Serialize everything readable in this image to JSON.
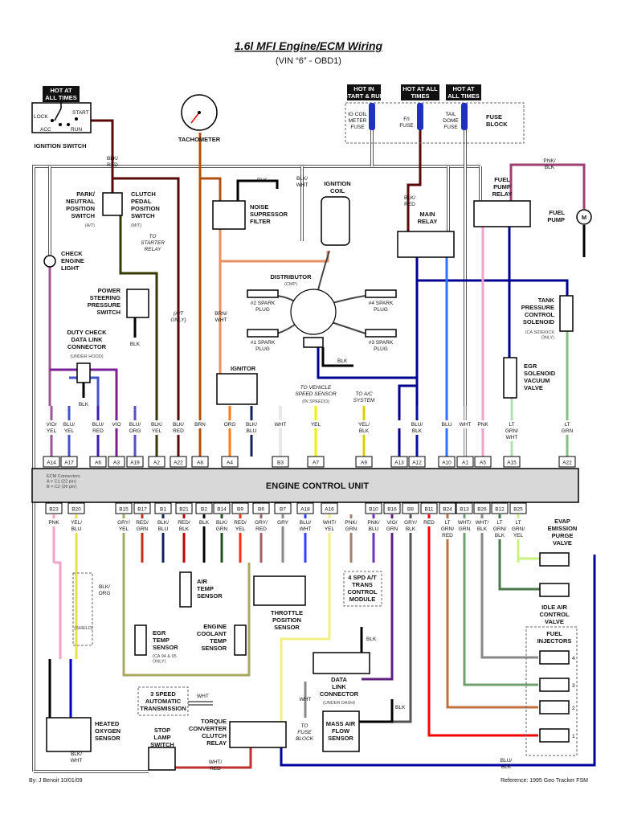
{
  "title": "1.6l MFI Engine/ECM Wiring",
  "subtitle": "(VIN “6” - OBD1)",
  "power_tags": {
    "ignition": [
      "HOT AT",
      "ALL TIMES"
    ],
    "start_run": [
      "HOT IN",
      "START & RUN"
    ],
    "fi": [
      "HOT AT ALL",
      "TIMES"
    ],
    "tail": [
      "HOT AT",
      "ALL TIMES"
    ]
  },
  "labels": {
    "ignition_switch": [
      "IGNITION SWITCH"
    ],
    "lock": [
      "LOCK"
    ],
    "start": [
      "START"
    ],
    "acc": [
      "ACC"
    ],
    "run": [
      "RUN"
    ],
    "tachometer": [
      "TACHOMETER"
    ],
    "ig_coil_fuse": [
      "IG COIL",
      "METER",
      "FUSE"
    ],
    "fi_fuse": [
      "F/I",
      "FUSE"
    ],
    "tail_fuse": [
      "TAIL",
      "DOME",
      "FUSE"
    ],
    "fuse_block": [
      "FUSE",
      "BLOCK"
    ],
    "blk_red_1": [
      "BLK/",
      "RED"
    ],
    "blk_red_2": [
      "BLK/",
      "RED"
    ],
    "blk": [
      "BLK"
    ],
    "blk_wht": [
      "BLK/",
      "WHT"
    ],
    "pnk_blk": [
      "PNK/",
      "BLK"
    ],
    "park_neutral": [
      "PARK/",
      "NEUTRAL",
      "POSITION",
      "SWITCH"
    ],
    "park_neutral_note": [
      "(A/T)"
    ],
    "clutch": [
      "CLUTCH",
      "PEDAL",
      "POSITION",
      "SWITCH"
    ],
    "clutch_note": [
      "(M/T)"
    ],
    "noise_filter": [
      "NOISE",
      "SUPRESSOR",
      "FILTER"
    ],
    "ignition_coil": [
      "IGNITION",
      "COIL"
    ],
    "main_relay": [
      "MAIN",
      "RELAY"
    ],
    "fuel_pump_relay": [
      "FUEL",
      "PUMP",
      "RELAY"
    ],
    "fuel_pump": [
      "FUEL",
      "PUMP"
    ],
    "to_starter": [
      "TO",
      "STARTER",
      "RELAY"
    ],
    "check_engine": [
      "CHECK",
      "ENGINE",
      "LIGHT"
    ],
    "power_steering": [
      "POWER",
      "STEERING",
      "PRESSURE",
      "SWITCH"
    ],
    "at_only": [
      "(A/T",
      "ONLY)"
    ],
    "brn_wht": [
      "BRN/",
      "WHT"
    ],
    "distributor": [
      "DISTRIBUTOR"
    ],
    "distributor_note": [
      "(CMP)"
    ],
    "plug2": [
      "#2 SPARK",
      "PLUG"
    ],
    "plug4": [
      "#4 SPARK",
      "PLUG"
    ],
    "plug1": [
      "#1 SPARK",
      "PLUG"
    ],
    "plug3": [
      "#3 SPARK",
      "PLUG"
    ],
    "duty_check": [
      "DUTY CHECK",
      "DATA LINK",
      "CONNECTOR"
    ],
    "duty_check_note": [
      "(UNDER HOOD)"
    ],
    "blk_ps": [
      "BLK"
    ],
    "blk_dc": [
      "BLK"
    ],
    "blk_dist": [
      "BLK"
    ],
    "ignitor": [
      "IGNITOR"
    ],
    "tank_pressure": [
      "TANK",
      "PRESSURE",
      "CONTROL",
      "SOLENOID"
    ],
    "tank_note": [
      "(CA SIDEKICK",
      "ONLY)"
    ],
    "egr_solenoid": [
      "EGR",
      "SOLENOID",
      "VACUUM",
      "VALVE"
    ],
    "to_vss": [
      "TO VEHICLE",
      "SPEED SENSOR"
    ],
    "to_vss_note": [
      "(IN SPEEDO)"
    ],
    "to_ac": [
      "TO A/C",
      "SYSTEM"
    ],
    "evap": [
      "EVAP",
      "EMISSION",
      "PURGE",
      "VALVE"
    ],
    "idle_air": [
      "IDLE AIR",
      "CONTROL",
      "VALVE"
    ],
    "fuel_injectors": [
      "FUEL",
      "INJECTORS"
    ],
    "blk_org": [
      "BLK/",
      "ORG"
    ],
    "shield": [
      "(SHIELD)"
    ],
    "air_temp": [
      "AIR",
      "TEMP",
      "SENSOR"
    ],
    "egr_temp": [
      "EGR",
      "TEMP",
      "SENSOR"
    ],
    "egr_temp_note": [
      "(CA 94 & 95",
      "ONLY)"
    ],
    "coolant_temp": [
      "ENGINE",
      "COOLANT",
      "TEMP",
      "SENSOR"
    ],
    "tps": [
      "THROTTLE",
      "POSITION",
      "SENSOR"
    ],
    "trans_module": [
      "4 SPD A/T",
      "TRANS",
      "CONTROL",
      "MODULE"
    ],
    "dlc": [
      "DATA",
      "LINK",
      "CONNECTOR"
    ],
    "dlc_note": [
      "(UNDER DASH)"
    ],
    "blk_dlc": [
      "BLK"
    ],
    "blk_maf": [
      "BLK"
    ],
    "three_speed": [
      "3 SPEED",
      "AUTOMATIC",
      "TRANSMISSION"
    ],
    "wht_trans": [
      "WHT"
    ],
    "wht_fuse": [
      "WHT"
    ],
    "to_fuse_block": [
      "TO",
      "FUSE",
      "BLOCK"
    ],
    "o2_sensor": [
      "HEATED",
      "OXYGEN",
      "SENSOR"
    ],
    "stop_lamp": [
      "STOP",
      "LAMP",
      "SWITCH"
    ],
    "tcc_relay": [
      "TORQUE",
      "CONVERTER",
      "CLUTCH",
      "RELAY"
    ],
    "maf": [
      "MASS AIR",
      "FLOW",
      "SENSOR"
    ],
    "blk_wht_bottom": [
      "BLK/",
      "WHT"
    ],
    "wht_red": [
      "WHT/",
      "RED"
    ],
    "blu_blk_bottom": [
      "BLU/",
      "BLK"
    ]
  },
  "injector_numbers": [
    "4",
    "3",
    "2",
    "1"
  ],
  "ecu": {
    "title": "ENGINE CONTROL UNIT",
    "legend": [
      "ECM Connectors",
      "A = C1 (22 pin)",
      "B = C2 (26 pin)"
    ],
    "top_pins": [
      {
        "pin": "A14",
        "wire": [
          "VIO/",
          "YEL"
        ],
        "color": "#a0529a"
      },
      {
        "pin": "A17",
        "wire": [
          "BLU/",
          "YEL"
        ],
        "color": "#4455cc"
      },
      {
        "pin": "A6",
        "wire": [
          "BLU/",
          "RED"
        ],
        "color": "#3a1fb0"
      },
      {
        "pin": "A3",
        "wire": [
          "VIO"
        ],
        "color": "#7a1f9a"
      },
      {
        "pin": "A19",
        "wire": [
          "BLU/",
          "ORG"
        ],
        "color": "#5a4fc0"
      },
      {
        "pin": "A2",
        "wire": [
          "BLK/",
          "YEL"
        ],
        "color": "#3a3a00"
      },
      {
        "pin": "A22",
        "wire": [
          "BLK/",
          "RED"
        ],
        "color": "#5a0808"
      },
      {
        "pin": "A8",
        "wire": [
          "BRN"
        ],
        "color": "#b05010"
      },
      {
        "pin": "A4",
        "wire": [
          "ORG"
        ],
        "color": "#ff7a10"
      },
      {
        "pin": "",
        "wire": [
          "BLK/",
          "BLU"
        ],
        "color": "#102060"
      },
      {
        "pin": "B3",
        "wire": [
          "WHT"
        ],
        "color": "#cccccc"
      },
      {
        "pin": "A7",
        "wire": [
          "YEL"
        ],
        "color": "#f0f000"
      },
      {
        "pin": "A9",
        "wire": [
          "YEL/",
          "BLK"
        ],
        "color": "#d8d000"
      },
      {
        "pin": "A13",
        "wire": [
          ""
        ],
        "color": "#000090"
      },
      {
        "pin": "A12",
        "wire": [
          "BLU/",
          "BLK"
        ],
        "color": "#0010a0"
      },
      {
        "pin": "A10",
        "wire": [
          "BLU"
        ],
        "color": "#3070ff"
      },
      {
        "pin": "A1",
        "wire": [
          "WHT"
        ],
        "color": "#cccccc"
      },
      {
        "pin": "A5",
        "wire": [
          "PNK"
        ],
        "color": "#f7a0c8"
      },
      {
        "pin": "A15",
        "wire": [
          "LT",
          "GRN/",
          "WHT"
        ],
        "color": "#b0e0b0"
      },
      {
        "pin": "A22",
        "wire": [
          "LT",
          "GRN"
        ],
        "color": "#80c080"
      }
    ],
    "bottom_pins": [
      {
        "pin": "B23",
        "wire": [
          "PNK"
        ],
        "color": "#f7a0c8"
      },
      {
        "pin": "B20",
        "wire": [
          "YEL/",
          "BLU"
        ],
        "color": "#e8e040"
      },
      {
        "pin": "B15",
        "wire": [
          "GRY/",
          "YEL"
        ],
        "color": "#a8a860"
      },
      {
        "pin": "B17",
        "wire": [
          "RED/",
          "GRN"
        ],
        "color": "#c03018"
      },
      {
        "pin": "B1",
        "wire": [
          "BLK/",
          "BLU"
        ],
        "color": "#102060"
      },
      {
        "pin": "B21",
        "wire": [
          "RED/",
          "BLK"
        ],
        "color": "#c00000"
      },
      {
        "pin": "B2",
        "wire": [
          "BLK"
        ],
        "color": "#000000"
      },
      {
        "pin": "B14",
        "wire": [
          "BLK/",
          "GRN"
        ],
        "color": "#205020"
      },
      {
        "pin": "B9",
        "wire": [
          "RED/",
          "YEL"
        ],
        "color": "#ff3010"
      },
      {
        "pin": "B6",
        "wire": [
          "GRY/",
          "RED"
        ],
        "color": "#a06060"
      },
      {
        "pin": "B7",
        "wire": [
          "GRY"
        ],
        "color": "#888888"
      },
      {
        "pin": "A18",
        "wire": [
          "BLU/",
          "WHT"
        ],
        "color": "#3040ff"
      },
      {
        "pin": "A16",
        "wire": [
          "WHT/",
          "YEL"
        ],
        "color": "#f0f080"
      },
      {
        "pin": "",
        "wire": [
          "PNK/",
          "GRN"
        ],
        "color": "#a08070"
      },
      {
        "pin": "B10",
        "wire": [
          "PNK/",
          "BLU"
        ],
        "color": "#7030c0"
      },
      {
        "pin": "B16",
        "wire": [
          "VIO/",
          "GRN"
        ],
        "color": "#602080"
      },
      {
        "pin": "B8",
        "wire": [
          "GRY/",
          "BLK"
        ],
        "color": "#555555"
      },
      {
        "pin": "B11",
        "wire": [
          "RED"
        ],
        "color": "#ff0000"
      },
      {
        "pin": "B24",
        "wire": [
          "LT",
          "GRN/",
          "RED"
        ],
        "color": "#c07040"
      },
      {
        "pin": "B13",
        "wire": [
          "WHT/",
          "GRN"
        ],
        "color": "#70a070"
      },
      {
        "pin": "B26",
        "wire": [
          "WHT/",
          "BLK"
        ],
        "color": "#888888"
      },
      {
        "pin": "B12",
        "wire": [
          "LT",
          "GRN/",
          "BLK"
        ],
        "color": "#4a7a4a"
      },
      {
        "pin": "B25",
        "wire": [
          "LT",
          "GRN/",
          "YEL"
        ],
        "color": "#c8f080"
      }
    ]
  },
  "footer": {
    "author": "By: J Benoit 10/01/09",
    "reference": "Reference: 1995 Geo Tracker FSM"
  }
}
